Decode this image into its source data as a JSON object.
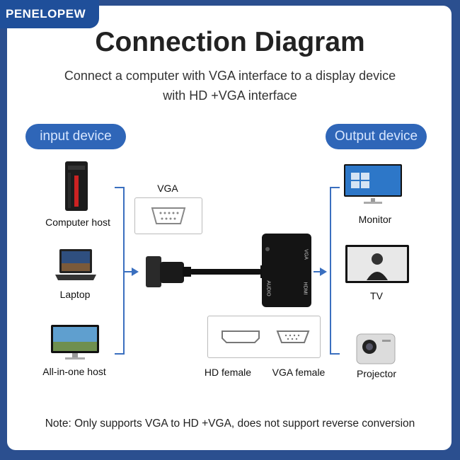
{
  "brand": "PENELOPEW",
  "title": "Connection Diagram",
  "subtitle": {
    "line1": "Connect a computer with VGA interface to a display device",
    "line2": "with HD  +VGA interface"
  },
  "input_heading": "input device",
  "output_heading": "Output device",
  "input_devices": [
    "Computer host",
    "Laptop",
    "All-in-one host"
  ],
  "output_devices": [
    "Monitor",
    "TV",
    "Projector"
  ],
  "connector_label": "VGA",
  "adapter_labels": {
    "vga": "VGA",
    "audio": "AUDIO",
    "hdmi": "HDMI"
  },
  "ports": {
    "hdmi_female": "HD  female",
    "vga_female": "VGA female"
  },
  "note": "Note: Only supports VGA to HD  +VGA, does not support reverse conversion",
  "colors": {
    "accent": "#2f66b8",
    "frame": "#2b4f8f",
    "bracket": "#3a6fbf"
  }
}
